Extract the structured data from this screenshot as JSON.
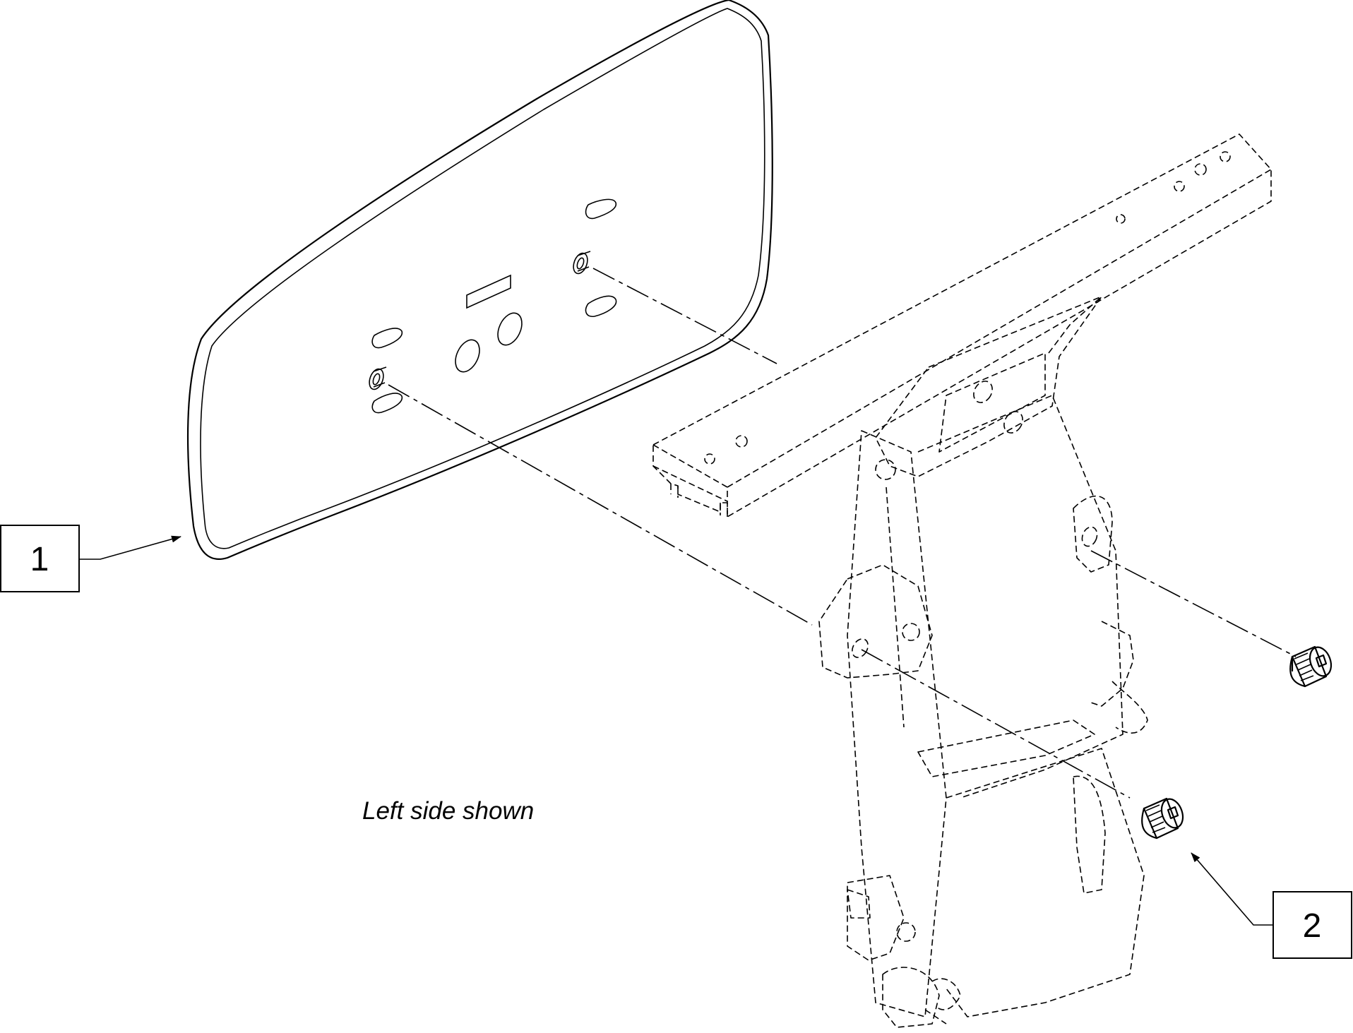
{
  "callouts": [
    {
      "number": "1",
      "part": "headrest-pad"
    },
    {
      "number": "2",
      "part": "socket-head-screw"
    }
  ],
  "note": "Left side shown",
  "colors": {
    "line": "#000000",
    "background": "#ffffff"
  }
}
